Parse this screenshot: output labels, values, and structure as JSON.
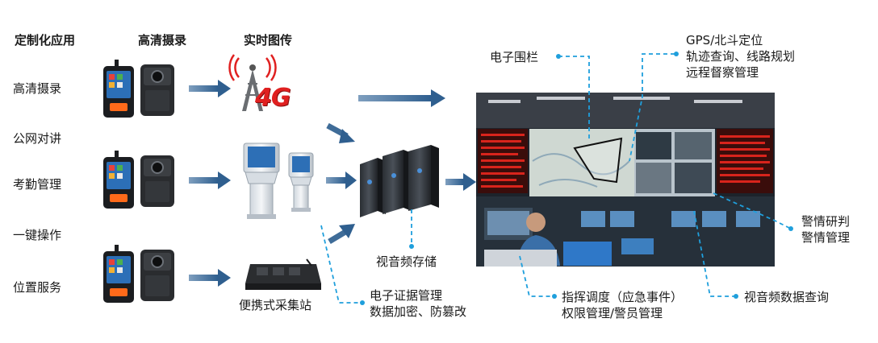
{
  "headers": {
    "custom_app": "定制化应用",
    "hd_record": "高清摄录",
    "realtime_transfer": "实时图传"
  },
  "features": [
    "高清摄录",
    "公网对讲",
    "考勤管理",
    "一键操作",
    "位置服务"
  ],
  "network_badge": "4G",
  "labels": {
    "storage": "视音频存储",
    "portable_station": "便携式采集站",
    "evidence_line1": "电子证据管理",
    "evidence_line2": "数据加密、防篡改",
    "fence": "电子围栏",
    "gps_line1": "GPS/北斗定位",
    "gps_line2": "轨迹查询、线路规划",
    "gps_line3": "远程督察管理",
    "police_line1": "警情研判",
    "police_line2": "警情管理",
    "dispatch_line1": "指挥调度（应急事件）",
    "dispatch_line2": "权限管理/警员管理",
    "av_query": "视音频数据查询"
  },
  "colors": {
    "arrow": "#2f5f8f",
    "dashed": "#1f9fdc",
    "screen_red": "#d8241c",
    "badge_red": "#e02020"
  }
}
